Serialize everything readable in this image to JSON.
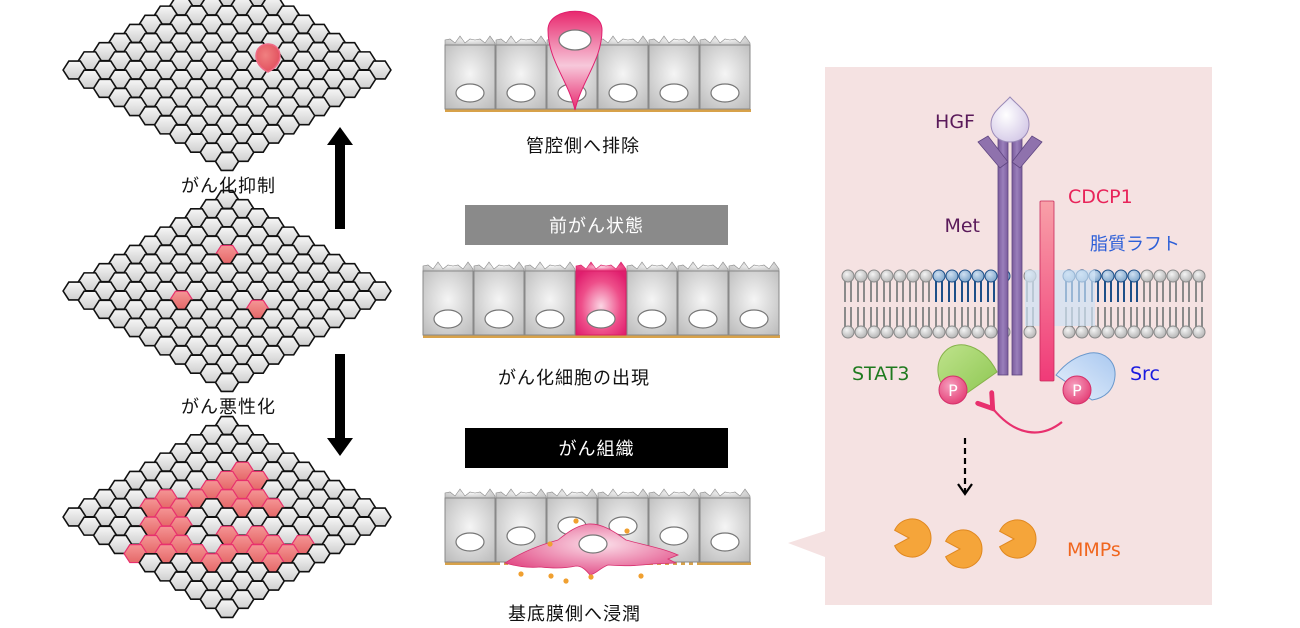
{
  "left_column": {
    "arrow_up_label": "がん化抑制",
    "arrow_down_label": "がん悪性化",
    "grids": [
      {
        "name": "tissue-single-transformed",
        "highlighted_cells": [
          [
            4,
            6
          ]
        ],
        "extruding_cell": true
      },
      {
        "name": "tissue-scattered-transformed",
        "highlighted_cells": [
          [
            3,
            3
          ],
          [
            5,
            7
          ],
          [
            7,
            4
          ]
        ]
      },
      {
        "name": "tissue-clustered-transformed",
        "highlighted_cells": [
          [
            2,
            3
          ],
          [
            2,
            4
          ],
          [
            3,
            3
          ],
          [
            3,
            4
          ],
          [
            3,
            5
          ],
          [
            4,
            3
          ],
          [
            4,
            4
          ],
          [
            4,
            5
          ],
          [
            3,
            6
          ],
          [
            5,
            3
          ],
          [
            5,
            7
          ],
          [
            5,
            8
          ],
          [
            5,
            9
          ],
          [
            4,
            9
          ],
          [
            6,
            6
          ],
          [
            6,
            7
          ],
          [
            6,
            8
          ],
          [
            6,
            9
          ],
          [
            6,
            2
          ],
          [
            6,
            3
          ],
          [
            7,
            2
          ],
          [
            7,
            3
          ],
          [
            7,
            4
          ],
          [
            8,
            3
          ],
          [
            8,
            4
          ],
          [
            8,
            5
          ],
          [
            8,
            6
          ],
          [
            8,
            7
          ],
          [
            9,
            4
          ],
          [
            9,
            5
          ],
          [
            7,
            7
          ],
          [
            10,
            4
          ]
        ]
      }
    ]
  },
  "middle_column": {
    "top": {
      "caption": "管腔側へ排除",
      "cell_count": 6
    },
    "precancer": {
      "banner": "前がん状態",
      "caption": "がん化細胞の出現",
      "cell_count": 7,
      "transformed_index": 3
    },
    "cancer": {
      "banner": "がん組織",
      "caption": "基底膜側へ浸潤",
      "cell_count": 6
    }
  },
  "signaling_panel": {
    "labels": {
      "hgf": "HGF",
      "met": "Met",
      "cdcp1": "CDCP1",
      "lipid_raft": "脂質ラフト",
      "stat3": "STAT3",
      "src": "Src",
      "phospho": "P",
      "mmps": "MMPs"
    },
    "colors": {
      "panel_bg": "#f5e2e2",
      "met": "#8f72ad",
      "cdcp1": "#f0457a",
      "stat3": "#9ed062",
      "src": "#c6dcf7",
      "phospho": "#e8457a",
      "mmp": "#f5a53a",
      "hgf_text": "#5a1a5a",
      "cdcp1_text": "#e8245a",
      "raft_text": "#2b5ed8",
      "stat3_text": "#1e7a1e",
      "src_text": "#1a1ae0",
      "mmps_text": "#f0661e",
      "raft_lipid": "#1d4f88"
    }
  }
}
